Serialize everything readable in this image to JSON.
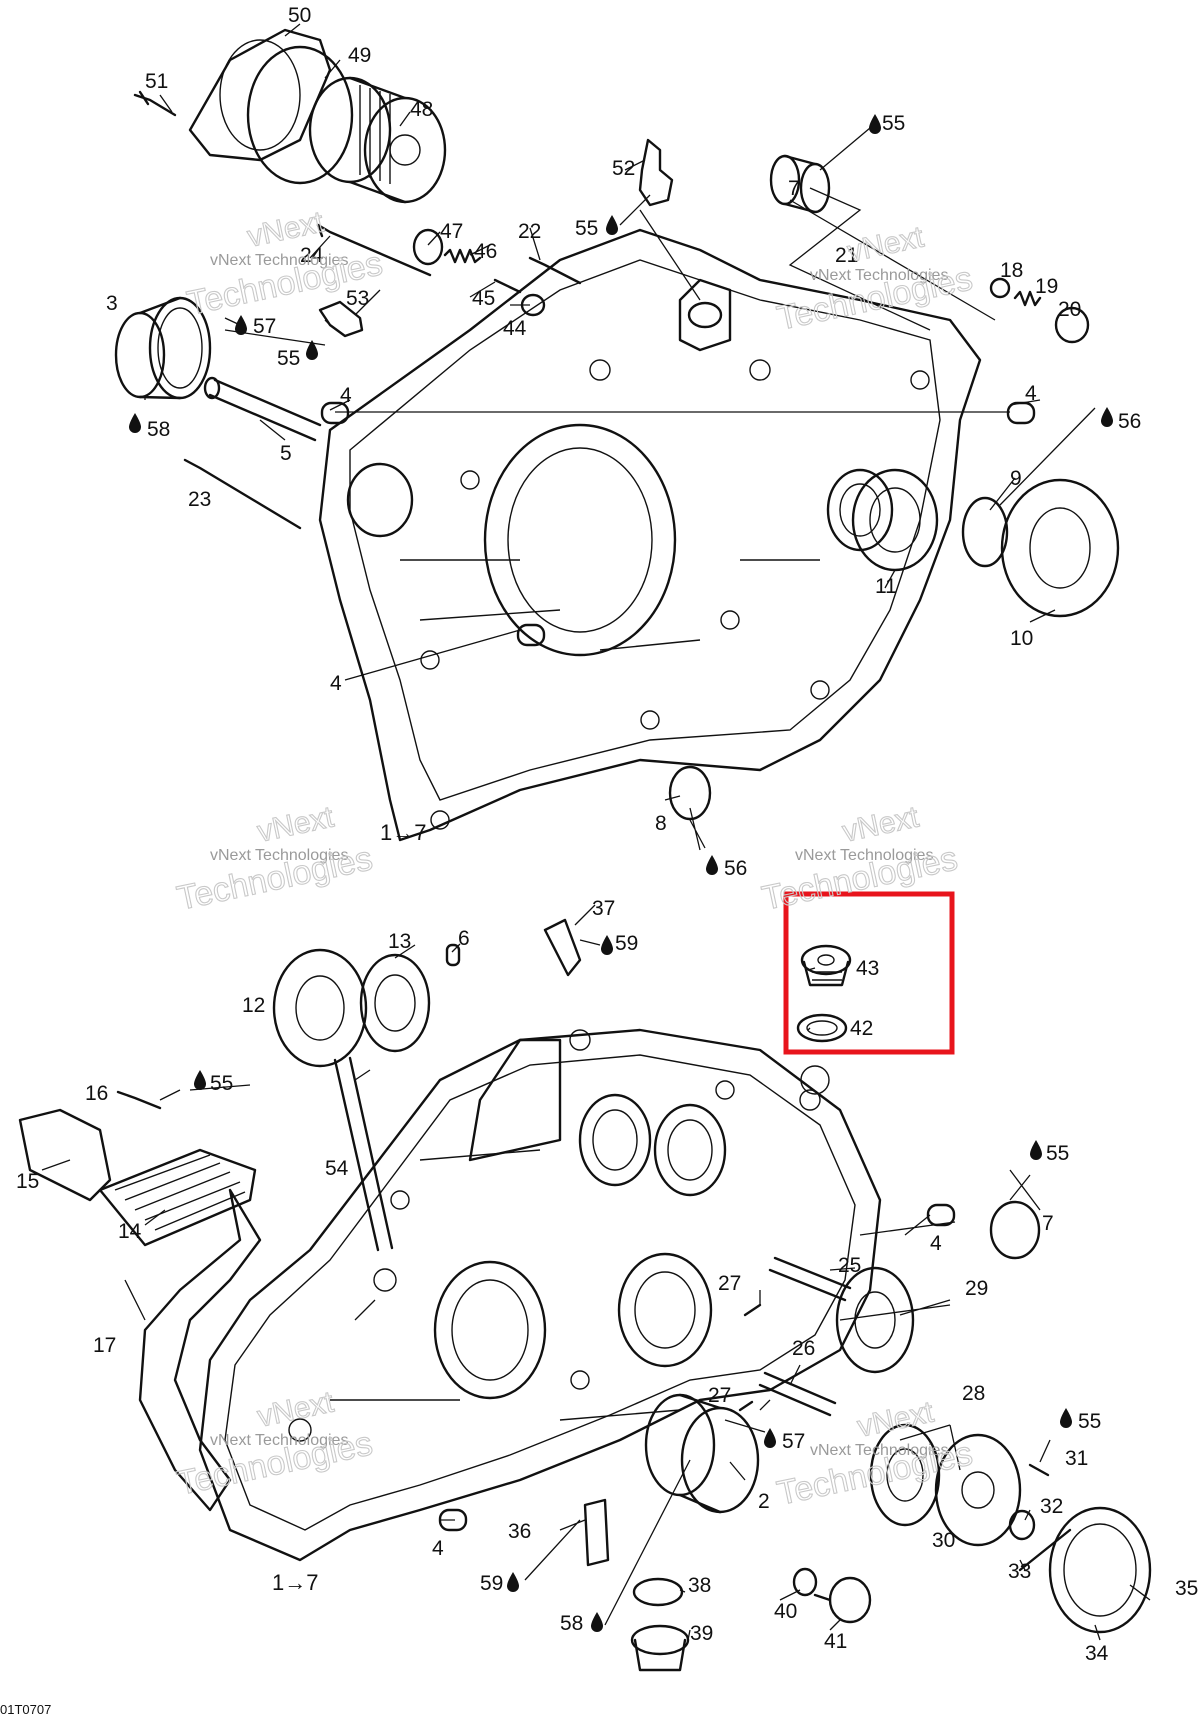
{
  "callouts": [
    "1",
    "2",
    "3",
    "4",
    "5",
    "6",
    "7",
    "8",
    "9",
    "10",
    "11",
    "12",
    "13",
    "14",
    "15",
    "16",
    "17",
    "18",
    "19",
    "20",
    "21",
    "22",
    "23",
    "24",
    "25",
    "26",
    "27",
    "28",
    "29",
    "30",
    "31",
    "32",
    "33",
    "34",
    "35",
    "36",
    "37",
    "38",
    "39",
    "40",
    "41",
    "42",
    "43",
    "44",
    "45",
    "46",
    "47",
    "48",
    "49",
    "50",
    "51",
    "52",
    "53",
    "54",
    "55",
    "56",
    "57",
    "58",
    "59"
  ],
  "ref_label": "1→7",
  "watermark": {
    "brand": "vNext",
    "company": "vNext Technologies",
    "word": "Technologies"
  },
  "highlight": {
    "color": "#e8141c",
    "parts": [
      "42",
      "43"
    ]
  },
  "figure_code": "01T0707"
}
